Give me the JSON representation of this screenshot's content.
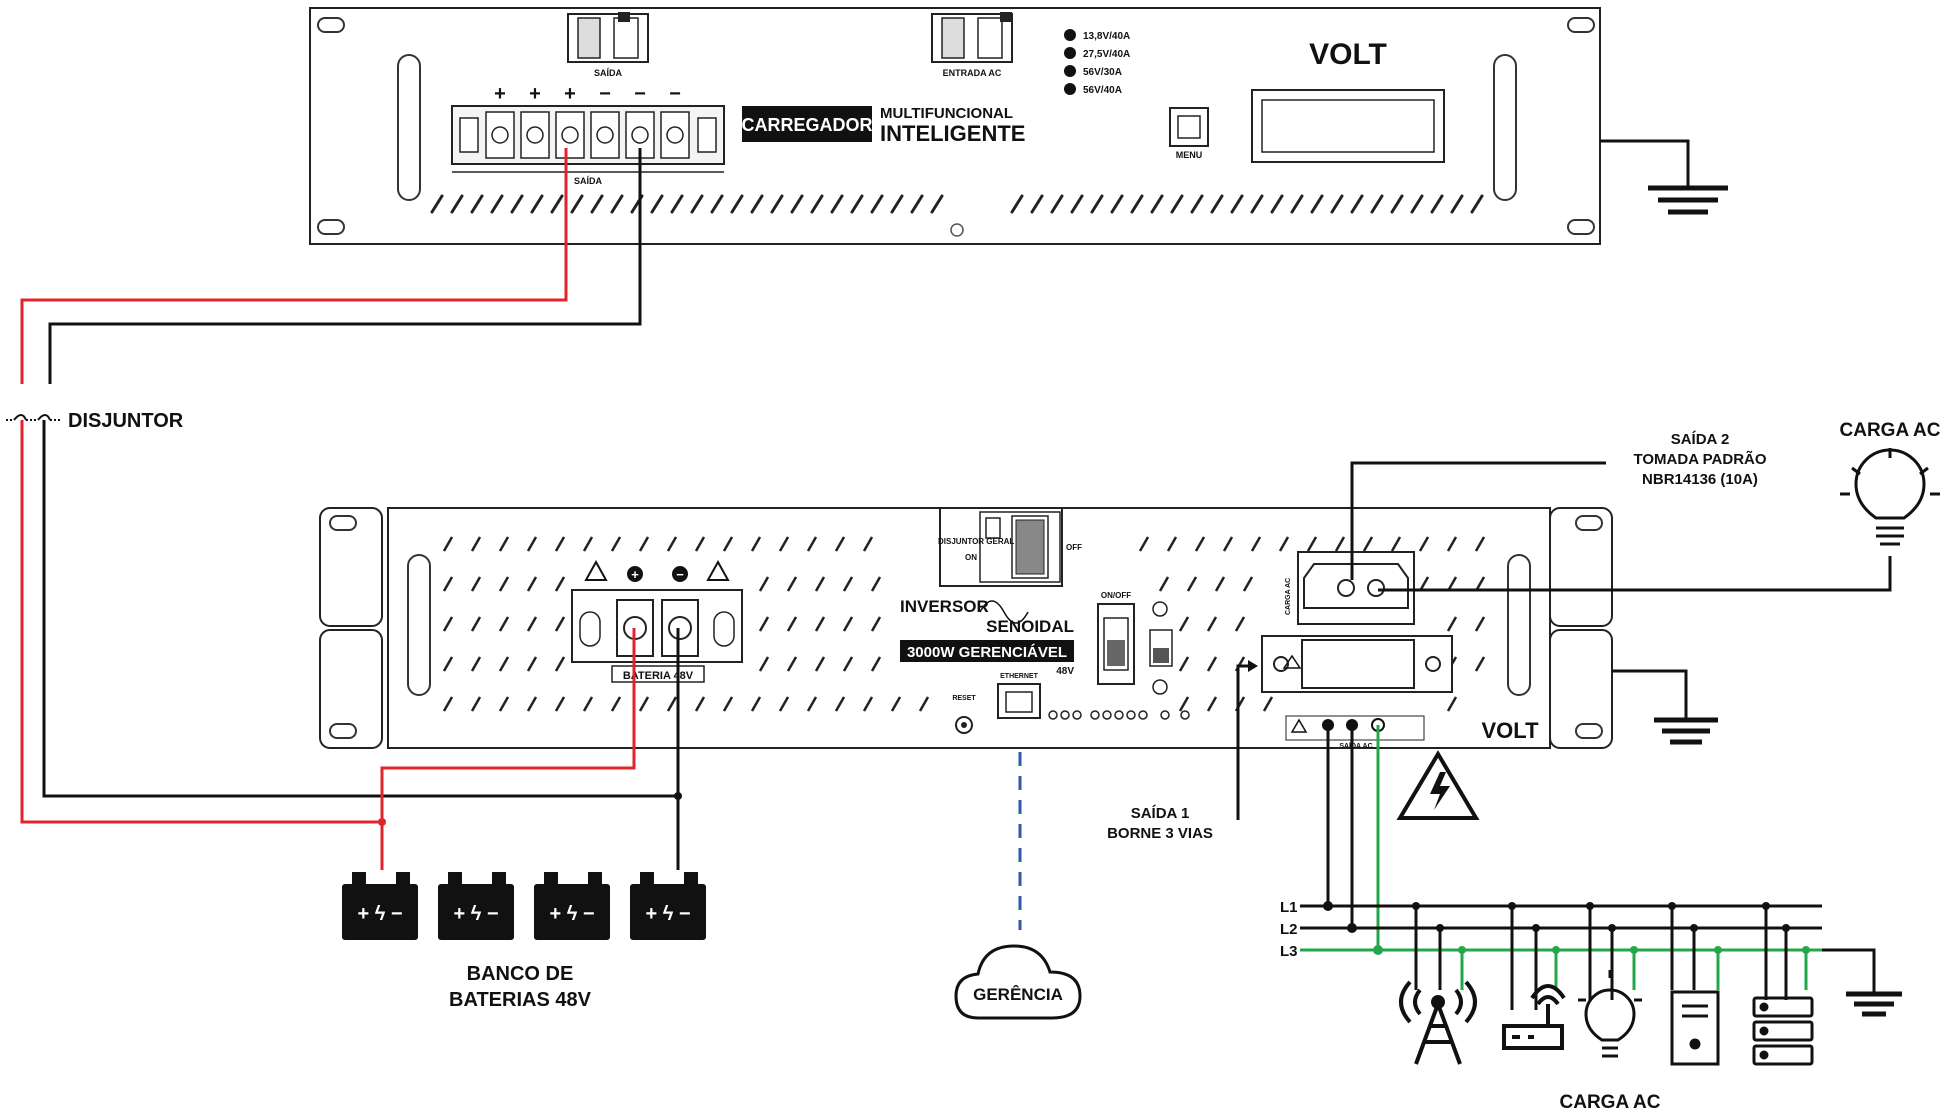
{
  "charger": {
    "brand": "VOLT",
    "title_box": "CARREGADOR",
    "title_line1": "MULTIFUNCIONAL",
    "title_line2": "INTELIGENTE",
    "breaker_left_label": "SAÍDA",
    "breaker_right_label": "ENTRADA AC",
    "terminal_label": "SAÍDA",
    "menu_label": "MENU",
    "polarity": [
      "+",
      "+",
      "+",
      "−",
      "−",
      "−"
    ],
    "voltage_options": [
      "13,8V/40A",
      "27,5V/40A",
      "56V/30A",
      "56V/40A"
    ]
  },
  "inverter": {
    "brand": "VOLT",
    "title_line1": "INVERSOR",
    "title_line2": "SENOIDAL",
    "title_box": "3000W GERENCIÁVEL",
    "voltage": "48V",
    "breaker_label": "DISJUNTOR GERAL",
    "breaker_on": "ON",
    "breaker_off": "OFF",
    "battery_label": "BATERIA 48V",
    "reset_label": "RESET",
    "ethernet_label": "ETHERNET",
    "onoff_label": "ON/OFF",
    "ac_out_label": "SAÍDA AC",
    "socket_side_label": "CARGA AC"
  },
  "labels": {
    "breaker": "DISJUNTOR",
    "battery_bank_l1": "BANCO DE",
    "battery_bank_l2": "BATERIAS 48V",
    "management": "GERÊNCIA",
    "out1_l1": "SAÍDA 1",
    "out1_l2": "BORNE 3 VIAS",
    "out2_l1": "SAÍDA 2",
    "out2_l2": "TOMADA PADRÃO",
    "out2_l3": "NBR14136 (10A)",
    "ac_load_top": "CARGA AC",
    "ac_load_bottom": "CARGA AC",
    "l1": "L1",
    "l2": "L2",
    "l3": "L3"
  },
  "colors": {
    "positive_wire": "#e0242c",
    "negative_wire": "#111111",
    "ground_wire": "#22a84a",
    "network_link": "#2f5aa8"
  },
  "icons": [
    "ground-icon",
    "battery-icon",
    "cloud-icon",
    "bulb-icon",
    "antenna-tower-icon",
    "router-icon",
    "switch-icon",
    "server-icon",
    "high-voltage-icon"
  ]
}
